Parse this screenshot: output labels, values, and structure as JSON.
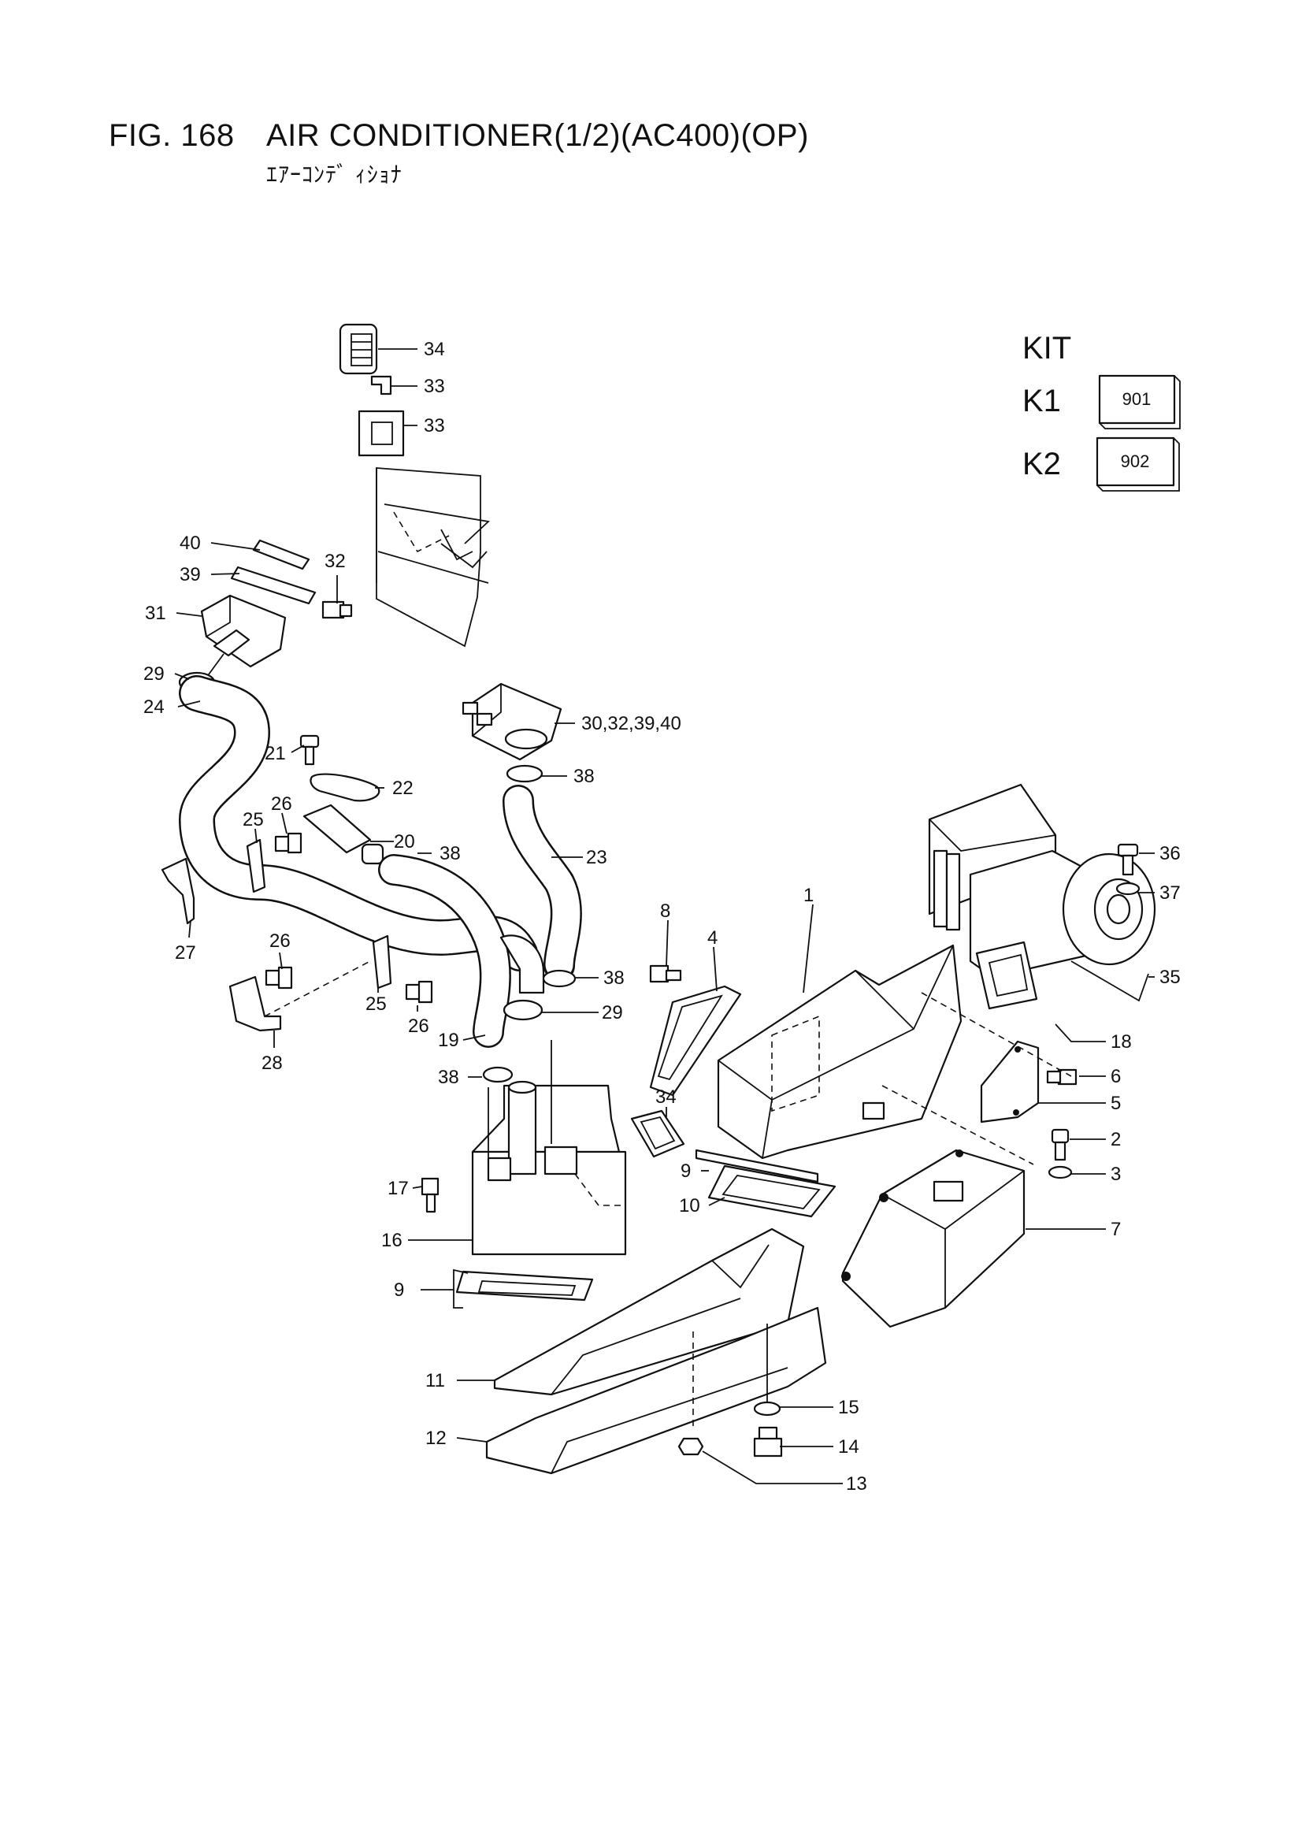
{
  "header": {
    "fig_number": "FIG. 168",
    "title": "AIR CONDITIONER(1/2)(AC400)(OP)",
    "subtitle": "ｴｱｰｺﾝﾃﾞ ｨｼｮﾅ"
  },
  "kit": {
    "heading": "KIT",
    "items": [
      {
        "name": "K1",
        "code": "901"
      },
      {
        "name": "K2",
        "code": "902"
      }
    ]
  },
  "callouts": {
    "c1": "1",
    "c2": "2",
    "c3": "3",
    "c4": "4",
    "c5": "5",
    "c6": "6",
    "c7": "7",
    "c8": "8",
    "c9a": "9",
    "c9b": "9",
    "c10": "10",
    "c11": "11",
    "c12": "12",
    "c13": "13",
    "c14": "14",
    "c15": "15",
    "c16": "16",
    "c17": "17",
    "c18": "18",
    "c19": "19",
    "c20": "20",
    "c21": "21",
    "c22": "22",
    "c23": "23",
    "c24": "24",
    "c25a": "25",
    "c25b": "25",
    "c26a": "26",
    "c26b": "26",
    "c26c": "26",
    "c27": "27",
    "c28": "28",
    "c29a": "29",
    "c29b": "29",
    "c30": "30,32,39,40",
    "c31": "31",
    "c32": "32",
    "c33a": "33",
    "c33b": "33",
    "c34a": "34",
    "c34b": "34",
    "c35": "35",
    "c36": "36",
    "c37": "37",
    "c38a": "38",
    "c38b": "38",
    "c38c": "38",
    "c38d": "38",
    "c39": "39",
    "c40": "40"
  }
}
